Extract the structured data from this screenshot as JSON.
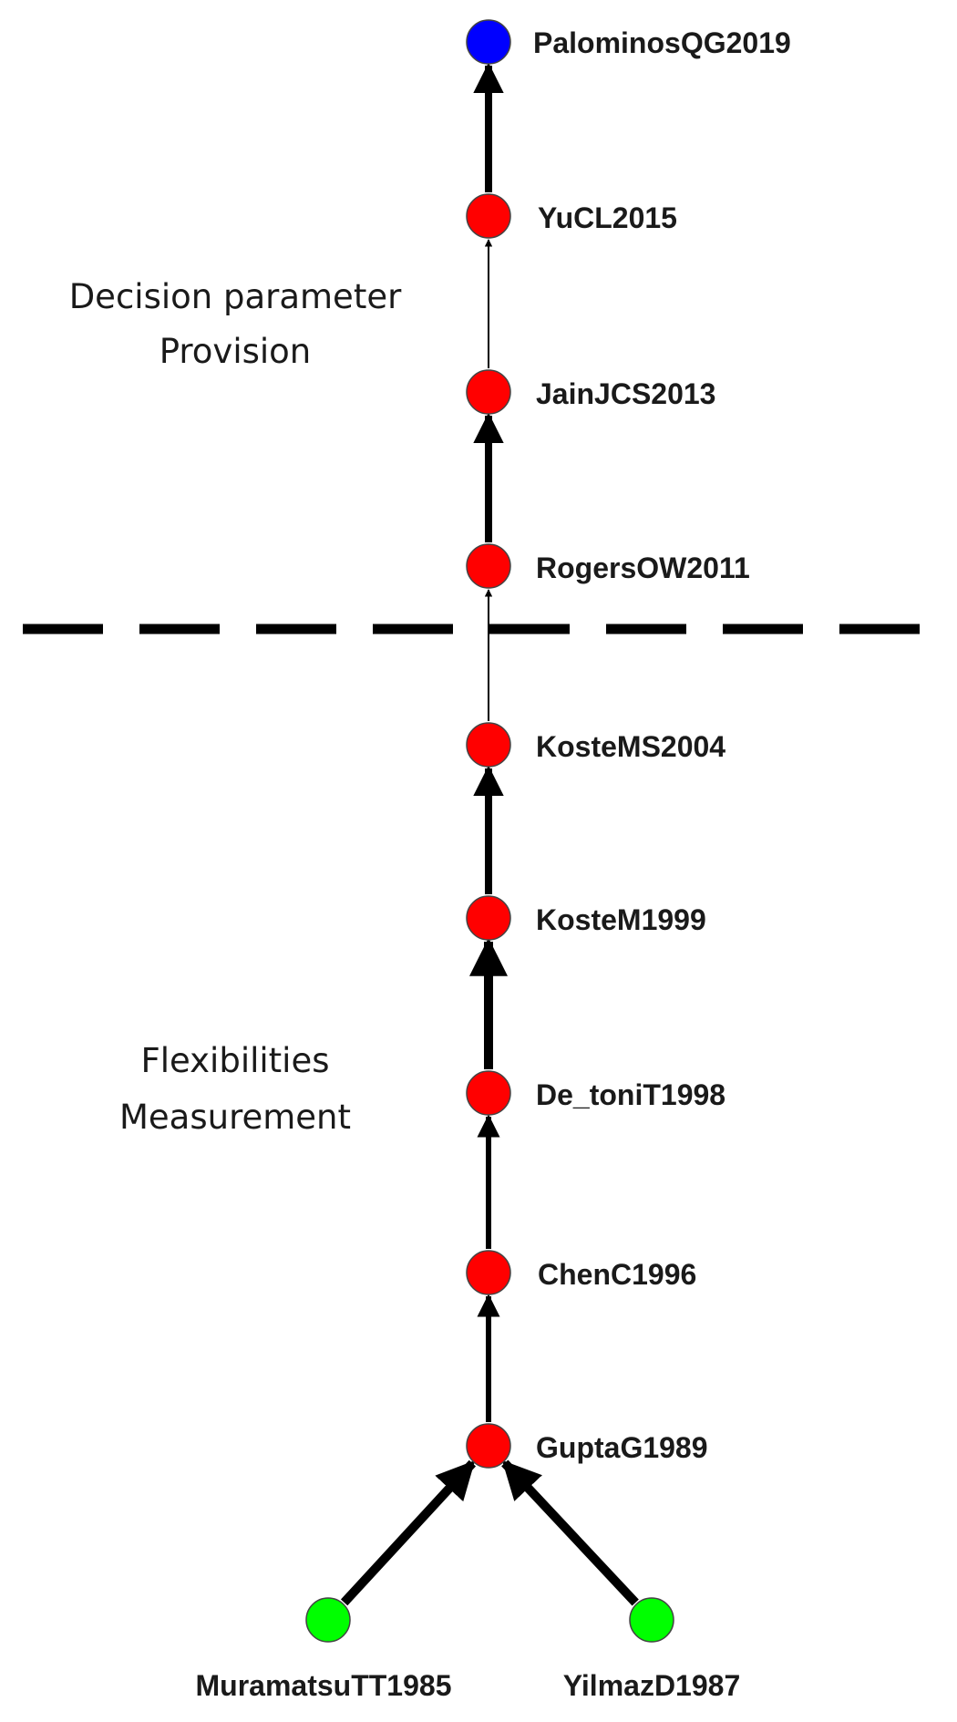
{
  "sections": [
    {
      "id": "decision",
      "lines": [
        "Decision parameter",
        "Provision"
      ]
    },
    {
      "id": "flex",
      "lines": [
        "Flexibilities",
        "Measurement"
      ]
    }
  ],
  "node_colors": {
    "red": "#ff0000",
    "blue": "#0000ff",
    "green": "#00ff00"
  },
  "nodes": [
    {
      "id": "PalominosQG2019",
      "label": "PalominosQG2019",
      "color": "blue"
    },
    {
      "id": "YuCL2015",
      "label": "YuCL2015",
      "color": "red"
    },
    {
      "id": "JainJCS2013",
      "label": "JainJCS2013",
      "color": "red"
    },
    {
      "id": "RogersOW2011",
      "label": "RogersOW2011",
      "color": "red"
    },
    {
      "id": "KosteMS2004",
      "label": "KosteMS2004",
      "color": "red"
    },
    {
      "id": "KosteM1999",
      "label": "KosteM1999",
      "color": "red"
    },
    {
      "id": "De_toniT1998",
      "label": "De_toniT1998",
      "color": "red"
    },
    {
      "id": "ChenC1996",
      "label": "ChenC1996",
      "color": "red"
    },
    {
      "id": "GuptaG1989",
      "label": "GuptaG1989",
      "color": "red"
    },
    {
      "id": "MuramatsuTT1985",
      "label": "MuramatsuTT1985",
      "color": "green"
    },
    {
      "id": "YilmazD1987",
      "label": "YilmazD1987",
      "color": "green"
    }
  ],
  "edges": [
    {
      "from": "MuramatsuTT1985",
      "to": "GuptaG1989",
      "weight": "heavy"
    },
    {
      "from": "YilmazD1987",
      "to": "GuptaG1989",
      "weight": "heavy"
    },
    {
      "from": "GuptaG1989",
      "to": "ChenC1996",
      "weight": "medium"
    },
    {
      "from": "ChenC1996",
      "to": "De_toniT1998",
      "weight": "medium"
    },
    {
      "from": "De_toniT1998",
      "to": "KosteM1999",
      "weight": "heavy"
    },
    {
      "from": "KosteM1999",
      "to": "KosteMS2004",
      "weight": "bold"
    },
    {
      "from": "KosteMS2004",
      "to": "RogersOW2011",
      "weight": "thin"
    },
    {
      "from": "RogersOW2011",
      "to": "JainJCS2013",
      "weight": "bold"
    },
    {
      "from": "JainJCS2013",
      "to": "YuCL2015",
      "weight": "thin"
    },
    {
      "from": "YuCL2015",
      "to": "PalominosQG2019",
      "weight": "bold"
    }
  ]
}
